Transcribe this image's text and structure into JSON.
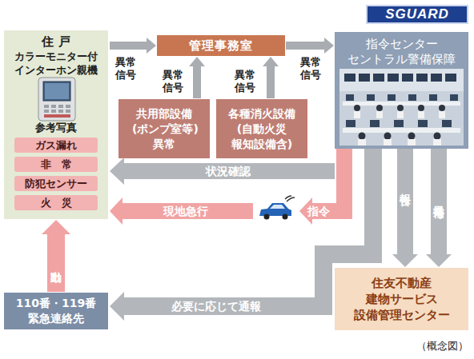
{
  "diagram": {
    "caption": "（概念図）",
    "nodes": [
      {
        "text": [
          "住 戸",
          "カラーモニター付 インターホン親機",
          "参考写真"
        ]
      },
      {
        "text": [
          "ガス漏れ"
        ],
        "in": 0
      },
      {
        "text": [
          "非　常"
        ],
        "in": 0
      },
      {
        "text": [
          "防犯センサー"
        ],
        "in": 0
      },
      {
        "text": [
          "火　災"
        ],
        "in": 0
      },
      {
        "text": [
          "管理事務室"
        ]
      },
      {
        "text": [
          "共用部設備 (ポンプ室等) 異常"
        ]
      },
      {
        "text": [
          "各種消火設備 (自動火災 報知設備含)"
        ]
      },
      {
        "text": [
          "指令センター セントラル警備保障"
        ]
      },
      {
        "text": [
          "住友不動産 建物サービス 設備管理センター"
        ]
      },
      {
        "text": [
          "110番・119番 緊急連絡先"
        ]
      }
    ],
    "edges": [
      {
        "from": 0,
        "to": 5,
        "arrow": "to",
        "label": "異常信号"
      },
      {
        "from": 6,
        "to": 5,
        "arrow": "to",
        "label": "異常信号"
      },
      {
        "from": 7,
        "to": 5,
        "arrow": "to",
        "label": "異常信号"
      },
      {
        "from": 5,
        "to": 8,
        "arrow": "to",
        "label": "異常信号"
      },
      {
        "from": 8,
        "to": 0,
        "arrow": "to",
        "label": "状況確認"
      },
      {
        "from": 8,
        "to": 0,
        "arrow": "to",
        "label": "指令"
      },
      {
        "from": 8,
        "to": 9,
        "arrow": "to",
        "label": "報告"
      },
      {
        "from": 8,
        "to": 9,
        "arrow": "to",
        "label": "異常信号"
      },
      {
        "from": 8,
        "to": 10,
        "arrow": "to",
        "label": "必要に応じて通報"
      },
      {
        "from": 10,
        "to": 0,
        "arrow": "to",
        "label": "出動"
      }
    ],
    "labels": [
      "SGUARD",
      "現地急行"
    ]
  }
}
